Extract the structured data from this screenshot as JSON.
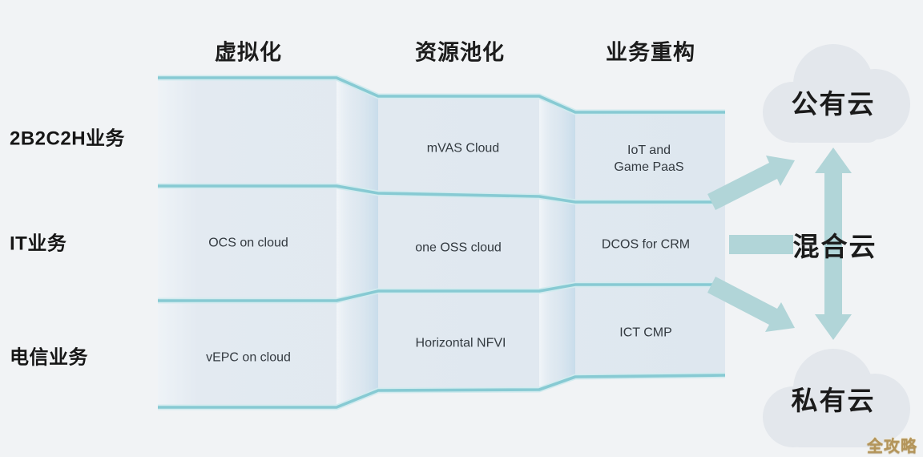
{
  "columns": [
    {
      "label": "虚拟化"
    },
    {
      "label": "资源池化"
    },
    {
      "label": "业务重构"
    }
  ],
  "rows": [
    {
      "label": "2B2C2H业务",
      "cells": [
        {
          "text": ""
        },
        {
          "text": "mVAS Cloud"
        },
        {
          "text": "IoT and\nGame PaaS"
        }
      ]
    },
    {
      "label": "IT业务",
      "cells": [
        {
          "text": "OCS on cloud"
        },
        {
          "text": "one OSS cloud"
        },
        {
          "text": "DCOS for CRM"
        }
      ]
    },
    {
      "label": "电信业务",
      "cells": [
        {
          "text": "vEPC on cloud"
        },
        {
          "text": "Horizontal NFVI"
        },
        {
          "text": "ICT CMP"
        }
      ]
    }
  ],
  "clouds": {
    "public": {
      "label": "公有云"
    },
    "hybrid": {
      "label": "混合云"
    },
    "private": {
      "label": "私有云"
    }
  },
  "watermark": "全攻略",
  "colors": {
    "background": "#f1f3f5",
    "ribbon_fill": "#e1e8ef",
    "teal_edge": "#87cad3",
    "arrow": "#b1d5d8",
    "cloud_fill": "#e3e7ec",
    "heading_text": "#1c1c1c",
    "cell_text": "#333a40",
    "watermark_gold": "#b4955a"
  }
}
